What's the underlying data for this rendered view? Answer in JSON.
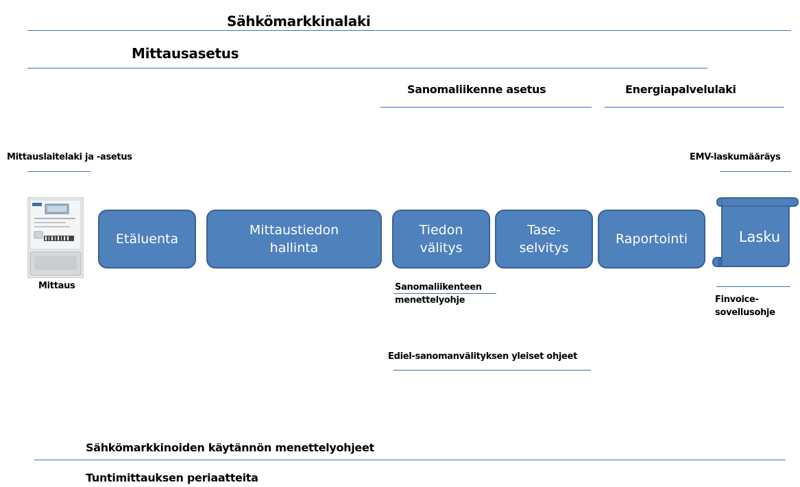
{
  "laws": {
    "sahkomarkkinalaki": "Sähkömarkkinalaki",
    "mittausasetus": "Mittausasetus",
    "sanomaliikenne_asetus": "Sanomaliikenne asetus",
    "energiapalvelulaki": "Energiapalvelulaki",
    "mittauslaitelaki": "Mittauslaitelaki ja -asetus",
    "emv_laskumaarays": "EMV-laskumääräys"
  },
  "process": {
    "meter_label": "Mittaus",
    "steps": [
      {
        "line1": "Etäluenta",
        "line2": ""
      },
      {
        "line1": "Mittaustiedon",
        "line2": "hallinta"
      },
      {
        "line1": "Tiedon",
        "line2": "välitys"
      },
      {
        "line1": "Tase-",
        "line2": "selvitys"
      },
      {
        "line1": "Raportointi",
        "line2": ""
      }
    ],
    "invoice": "Lasku"
  },
  "guides": {
    "sanomaliikenteen_line1": "Sanomaliikenteen",
    "sanomaliikenteen_line2": "menettelyohje",
    "finvoice_line1": "Finvoice-",
    "finvoice_line2": "sovellusohje",
    "ediel": "Ediel-sanomanvälityksen yleiset ohjeet",
    "kaytannon": "Sähkömarkkinoiden käytännön menettelyohjeet",
    "tuntimittaus": "Tuntimittauksen periaatteita"
  },
  "colors": {
    "box_fill": "#4f81bd",
    "box_border": "#3a6196",
    "rule": "#3f6db8"
  }
}
